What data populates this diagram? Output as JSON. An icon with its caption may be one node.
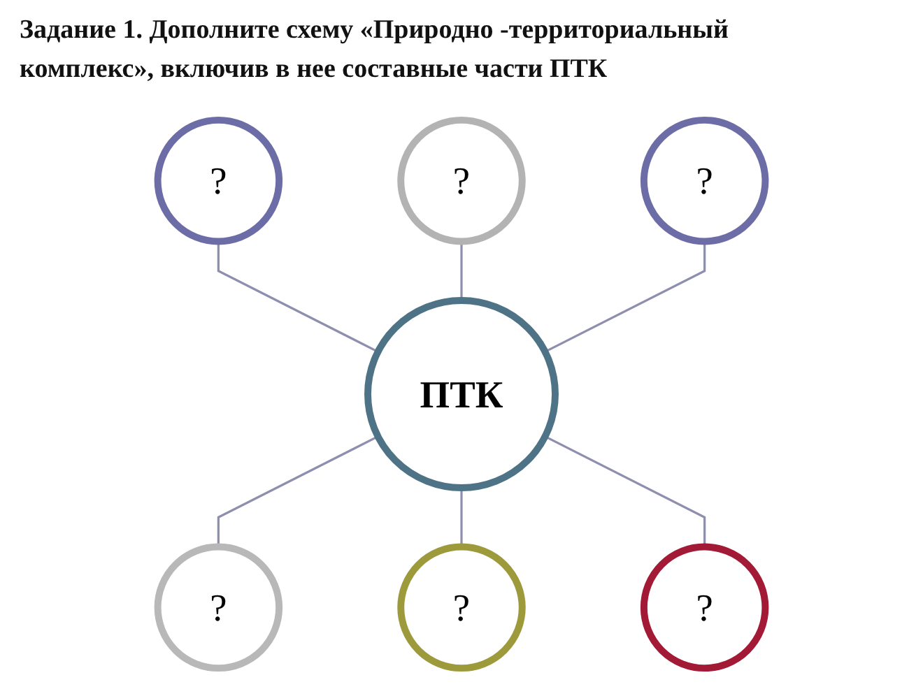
{
  "diagram": {
    "title": "Задание 1. Дополните схему «Природно -территориальный комплекс», включив в нее составные части ПТК",
    "nodes": [
      {
        "text": [
          "?"
        ]
      },
      {
        "text": [
          "?"
        ]
      },
      {
        "text": [
          "?"
        ]
      },
      {
        "text": [
          "ПТК"
        ]
      },
      {
        "text": [
          "?"
        ]
      },
      {
        "text": [
          "?"
        ]
      },
      {
        "text": [
          "?"
        ]
      }
    ],
    "edges": [
      {
        "from": 1,
        "to": 3,
        "arrow": "none"
      },
      {
        "from": 0,
        "to": 3,
        "arrow": "none"
      },
      {
        "from": 2,
        "to": 3,
        "arrow": "none"
      },
      {
        "from": 3,
        "to": 4,
        "arrow": "none"
      },
      {
        "from": 3,
        "to": 6,
        "arrow": "none"
      },
      {
        "from": 3,
        "to": 5,
        "arrow": "none"
      }
    ]
  }
}
